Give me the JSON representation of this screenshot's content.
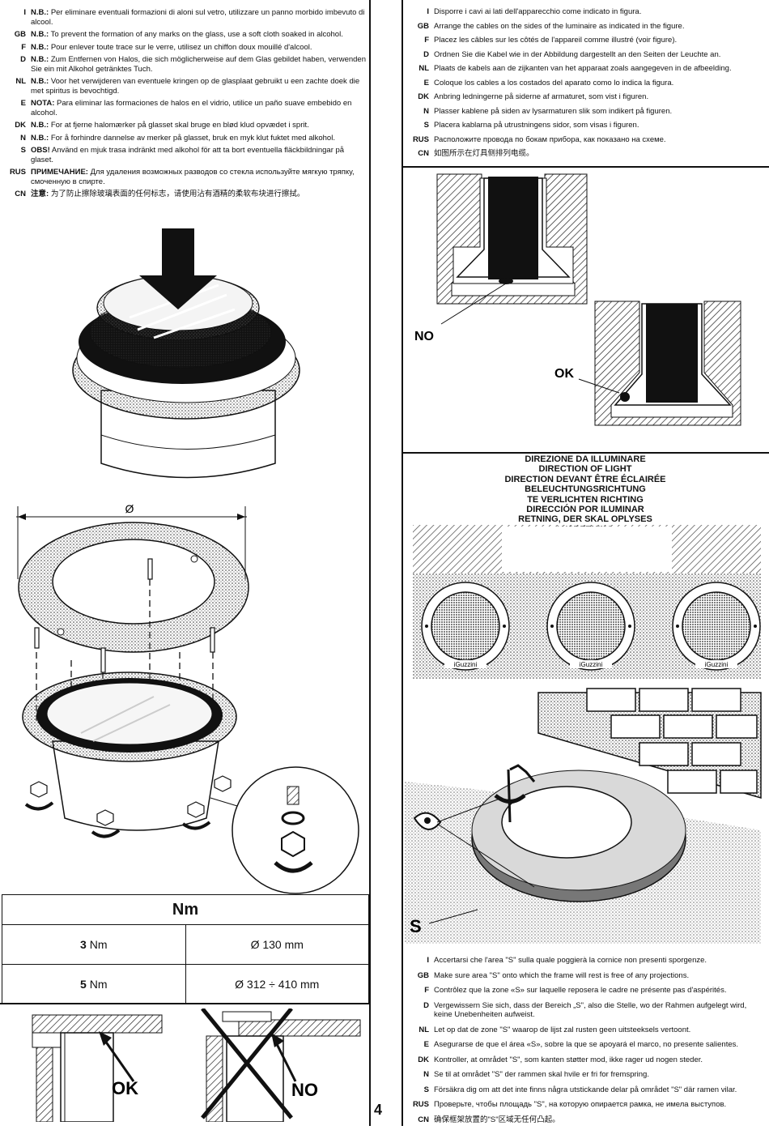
{
  "left_notes": [
    {
      "code": "I",
      "label": "N.B.:",
      "text": "Per eliminare eventuali formazioni di aloni sul vetro, utilizzare un panno morbido imbevuto di alcool."
    },
    {
      "code": "GB",
      "label": "N.B.:",
      "text": "To prevent the formation of any marks on the glass, use a soft cloth soaked in alcohol."
    },
    {
      "code": "F",
      "label": "N.B.:",
      "text": "Pour enlever toute trace sur le verre, utilisez un chiffon doux mouillé d'alcool."
    },
    {
      "code": "D",
      "label": "N.B.:",
      "text": "Zum Entfernen von Halos, die sich möglicherweise auf dem Glas gebildet haben, verwenden Sie ein mit Alkohol getränktes Tuch."
    },
    {
      "code": "NL",
      "label": "N.B.:",
      "text": "Voor het verwijderen van eventuele kringen op de glasplaat gebruikt u een zachte doek die met spiritus is bevochtigd."
    },
    {
      "code": "E",
      "label": "NOTA:",
      "text": "Para eliminar las formaciones de halos en el vidrio, utilice un paño suave embebido en alcohol."
    },
    {
      "code": "DK",
      "label": "N.B.:",
      "text": "For at fjerne halomærker på glasset skal bruge en blød klud opvædet i sprit."
    },
    {
      "code": "N",
      "label": "N.B.:",
      "text": "For å forhindre dannelse av merker på glasset, bruk en myk klut fuktet med alkohol."
    },
    {
      "code": "S",
      "label": "OBS!",
      "text": "Använd en mjuk trasa indränkt med alkohol för att ta bort eventuella fläckbildningar på glaset."
    },
    {
      "code": "RUS",
      "label": "ПРИМЕЧАНИЕ:",
      "text": "Для удаления возможных разводов со стекла используйте мягкую тряпку, смоченную в спирте."
    },
    {
      "code": "CN",
      "label": "注意:",
      "text": "为了防止擦除玻璃表面的任何标志，请使用沾有酒精的柔软布块进行擦拭。"
    }
  ],
  "diameter_symbol": "Ø",
  "torque": {
    "header": "Nm",
    "rows": [
      {
        "nm": "3",
        "unit": "Nm",
        "dia": "Ø 130 mm"
      },
      {
        "nm": "5",
        "unit": "Nm",
        "dia": "Ø 312  ÷  410 mm"
      }
    ]
  },
  "ok_label": "OK",
  "no_label": "NO",
  "right_top_notes": [
    {
      "code": "I",
      "text": "Disporre i cavi ai lati dell'apparecchio come indicato in figura."
    },
    {
      "code": "GB",
      "text": "Arrange the cables on the sides of the luminaire as indicated in the figure."
    },
    {
      "code": "F",
      "text": "Placez les câbles sur les côtés de l'appareil comme illustré (voir figure)."
    },
    {
      "code": "D",
      "text": "Ordnen Sie die Kabel wie in der Abbildung dargestellt an den Seiten der Leuchte an."
    },
    {
      "code": "NL",
      "text": "Plaats de kabels aan de zijkanten van het apparaat zoals aangegeven in de afbeelding."
    },
    {
      "code": "E",
      "text": "Coloque los cables a los costados del aparato como lo indica la figura."
    },
    {
      "code": "DK",
      "text": "Anbring ledningerne på siderne af armaturet, som vist i figuren."
    },
    {
      "code": "N",
      "text": "Plasser kablene på siden av lysarmaturen slik som indikert på figuren."
    },
    {
      "code": "S",
      "text": "Placera kablarna på utrustningens sidor, som visas i figuren."
    },
    {
      "code": "RUS",
      "text": "Расположите провода по бокам прибора, как показано на схеме."
    },
    {
      "code": "CN",
      "text": "如图所示在灯具侧排列电缆。"
    }
  ],
  "direction_titles": [
    "DIREZIONE DA ILLUMINARE",
    "DIRECTION OF LIGHT",
    "DIRECTION DEVANT ÊTRE ÉCLAIRÉE",
    "BELEUCHTUNGSRICHTUNG",
    "TE VERLICHTEN RICHTING",
    "DIRECCIÓN POR ILUMINAR",
    "RETNING, DER SKAL OPLYSES",
    "LYSRETNING",
    "RIKTNING OM SKA BELYSAS",
    "НАПРАВЛЕНИЕ ОСВЕЩЕНИЯ",
    "光照方向"
  ],
  "brand_label": "iGuzzini",
  "s_label": "S",
  "right_bottom_notes": [
    {
      "code": "I",
      "text": "Accertarsi che l'area \"S\" sulla quale poggierà la cornice non presenti sporgenze."
    },
    {
      "code": "GB",
      "text": "Make sure area \"S\" onto which the frame will rest is free of any projections."
    },
    {
      "code": "F",
      "text": "Contrôlez que la zone «S» sur laquelle reposera le cadre ne présente pas d'aspérités."
    },
    {
      "code": "D",
      "text": "Vergewissern Sie sich, dass der Bereich „S\", also die Stelle, wo der Rahmen aufgelegt wird, keine Unebenheiten aufweist."
    },
    {
      "code": "NL",
      "text": "Let op dat de zone \"S\" waarop de lijst zal rusten geen uitsteeksels vertoont."
    },
    {
      "code": "E",
      "text": "Asegurarse de que el área «S», sobre la que se apoyará el marco, no presente salientes."
    },
    {
      "code": "DK",
      "text": "Kontroller, at området \"S\", som kanten støtter mod, ikke rager ud nogen steder."
    },
    {
      "code": "N",
      "text": "Se til at området \"S\" der rammen skal hvile er fri for fremspring."
    },
    {
      "code": "S",
      "text": "Försäkra dig om att det inte finns några utstickande delar på området \"S\" där ramen vilar."
    },
    {
      "code": "RUS",
      "text": "Проверьте, чтобы площадь \"S\", на которую опирается рамка, не имела выступов."
    },
    {
      "code": "CN",
      "text": "确保框架放置的\"S\"区域无任何凸起。"
    }
  ],
  "page_number": "4"
}
